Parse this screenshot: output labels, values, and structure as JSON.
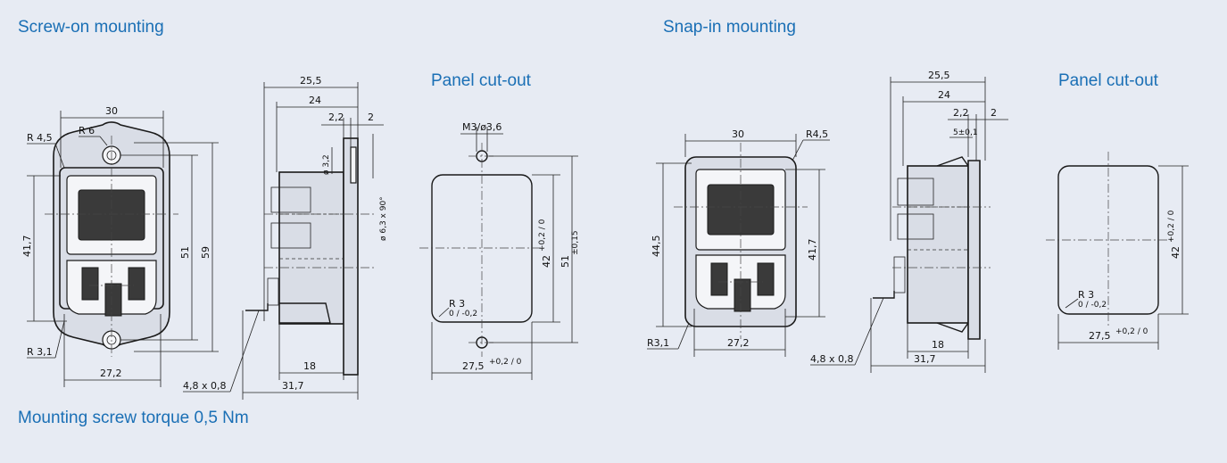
{
  "headings": {
    "screw_on": "Screw-on mounting",
    "snap_in": "Snap-in mounting",
    "panel_cutout_left": "Panel cut-out",
    "panel_cutout_right": "Panel cut-out",
    "torque": "Mounting screw torque 0,5 Nm"
  },
  "colors": {
    "background": "#e7ebf3",
    "heading": "#1a6fb5",
    "line": "#1a1a1a"
  },
  "screw_front": {
    "width_top": "30",
    "radius_outer": "R 4,5",
    "radius_inner": "R 6",
    "height_inner": "41,7",
    "height_mid": "51",
    "height_total": "59",
    "radius_corner": "R 3,1",
    "width_bottom": "27,2"
  },
  "screw_side": {
    "depth_total": "25,5",
    "depth_body": "24",
    "flange_a": "2,2",
    "flange_b": "2",
    "hole_dia": "ø 3,2",
    "countersink": "ø 6,3 x 90°",
    "tab_depth": "18",
    "overall": "31,7",
    "terminal": "4,8 x 0,8"
  },
  "screw_cutout": {
    "hole": "M3/ø3,6",
    "height": "42",
    "height_tol": "+0,2 / 0",
    "pitch": "51",
    "pitch_tol": "±0,15",
    "radius": "R 3",
    "radius_tol": "0 / -0,2",
    "width": "27,5",
    "width_tol": "+0,2 / 0"
  },
  "snap_front": {
    "width_top": "30",
    "radius_outer": "R4,5",
    "height_total": "44,5",
    "height_inner": "41,7",
    "radius_corner": "R3,1",
    "width_bottom": "27,2"
  },
  "snap_side": {
    "depth_total": "25,5",
    "depth_body": "24",
    "flange_a": "2,2",
    "flange_b": "2",
    "clip": "5±0,1",
    "tab_depth": "18",
    "overall": "31,7",
    "terminal": "4,8 x 0,8"
  },
  "snap_cutout": {
    "height": "42",
    "height_tol": "+0,2 / 0",
    "radius": "R 3",
    "radius_tol": "0 / -0,2",
    "width": "27,5",
    "width_tol": "+0,2 / 0"
  }
}
